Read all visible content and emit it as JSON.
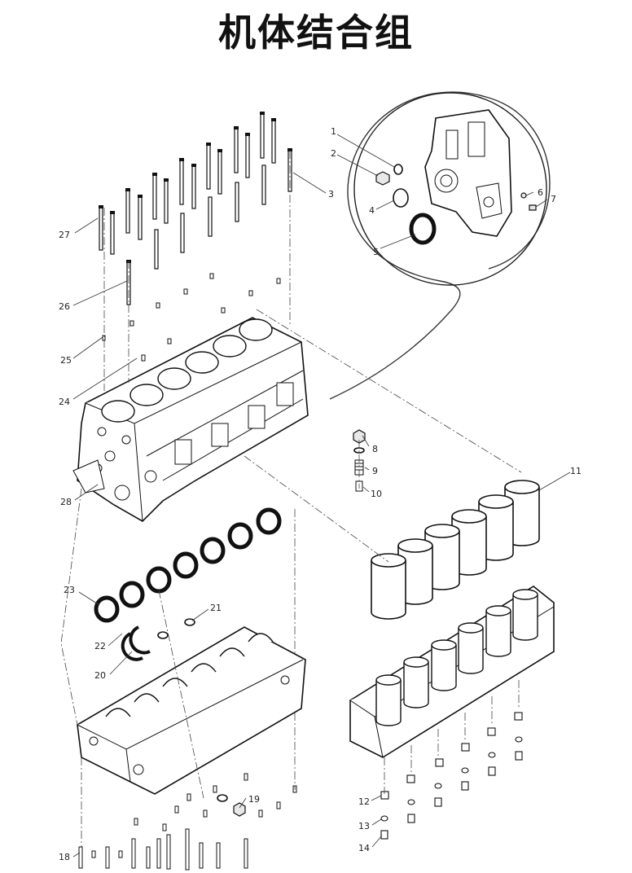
{
  "title": "机体结合组",
  "callouts": [
    {
      "n": "1"
    },
    {
      "n": "2"
    },
    {
      "n": "3"
    },
    {
      "n": "4"
    },
    {
      "n": "5"
    },
    {
      "n": "6"
    },
    {
      "n": "7"
    },
    {
      "n": "8"
    },
    {
      "n": "9"
    },
    {
      "n": "10"
    },
    {
      "n": "11"
    },
    {
      "n": "12"
    },
    {
      "n": "13"
    },
    {
      "n": "14"
    },
    {
      "n": "18"
    },
    {
      "n": "19"
    },
    {
      "n": "20"
    },
    {
      "n": "21"
    },
    {
      "n": "22"
    },
    {
      "n": "23"
    },
    {
      "n": "24"
    },
    {
      "n": "25"
    },
    {
      "n": "26"
    },
    {
      "n": "27"
    },
    {
      "n": "28"
    }
  ]
}
